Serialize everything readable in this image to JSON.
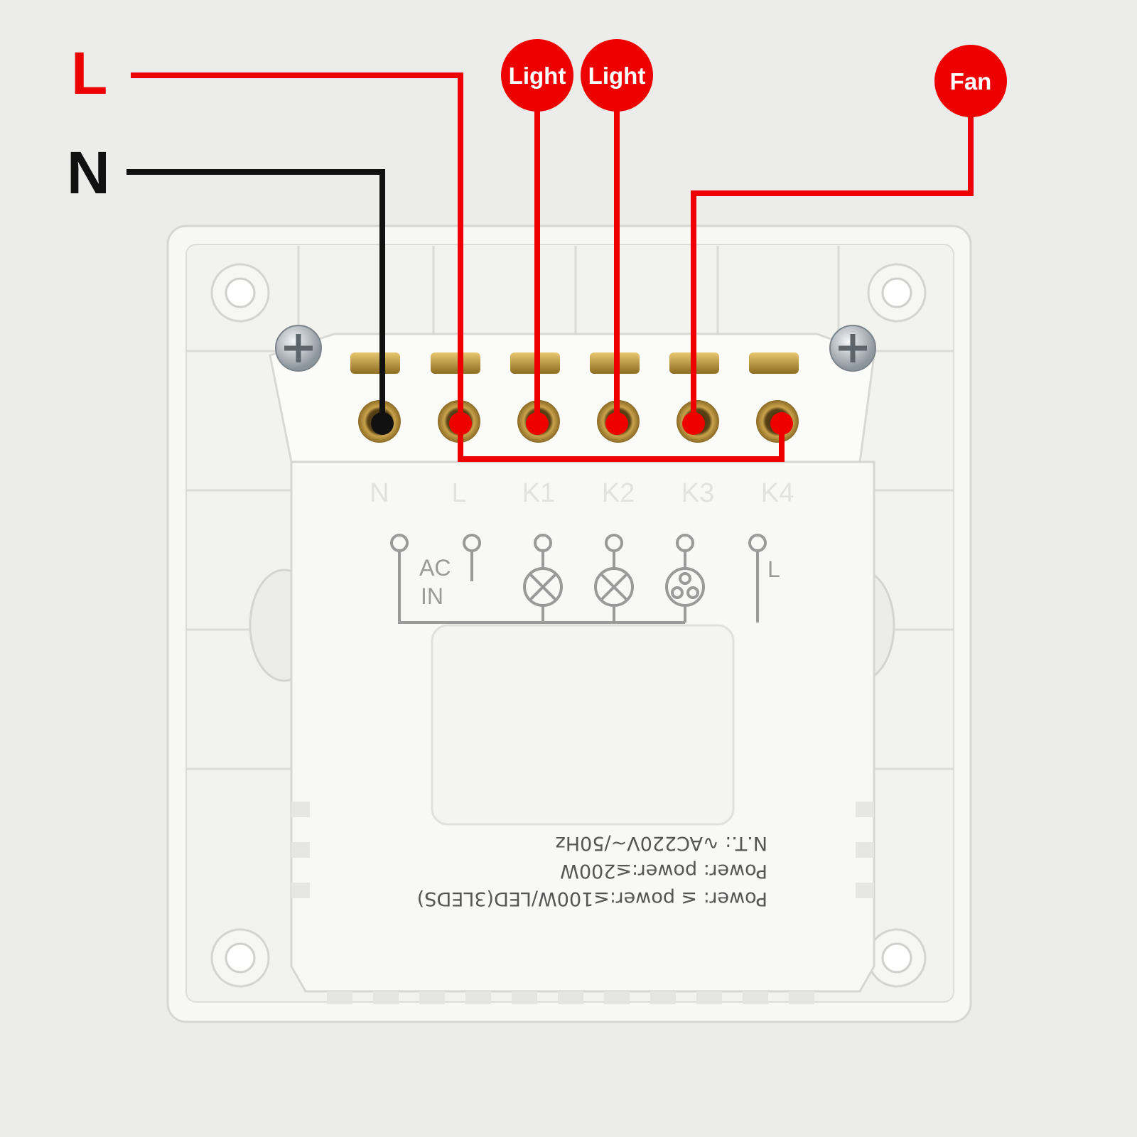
{
  "supply_labels": {
    "live": "L",
    "neutral": "N"
  },
  "loads": [
    {
      "id": "light1",
      "label": "Light"
    },
    {
      "id": "light2",
      "label": "Light"
    },
    {
      "id": "fan",
      "label": "Fan"
    }
  ],
  "terminals": [
    "N",
    "L",
    "K1",
    "K2",
    "K3",
    "K4"
  ],
  "schematic": {
    "ac_in_line1": "AC",
    "ac_in_line2": "IN",
    "k4_label": "L"
  },
  "rating_text": {
    "line1": "Power: ≤ power:≤100W/LED(3LEDS)",
    "line2": "Power: power:≤200W",
    "line3": "N.T.: ∿AC220V~/50Hz"
  },
  "colors": {
    "live_wire": "#ee0000",
    "neutral_wire": "#111111",
    "background": "#ececea",
    "plate": "#f7f7f5"
  },
  "icons": [
    "screw-icon",
    "lamp-symbol-icon",
    "fan-symbol-icon"
  ]
}
